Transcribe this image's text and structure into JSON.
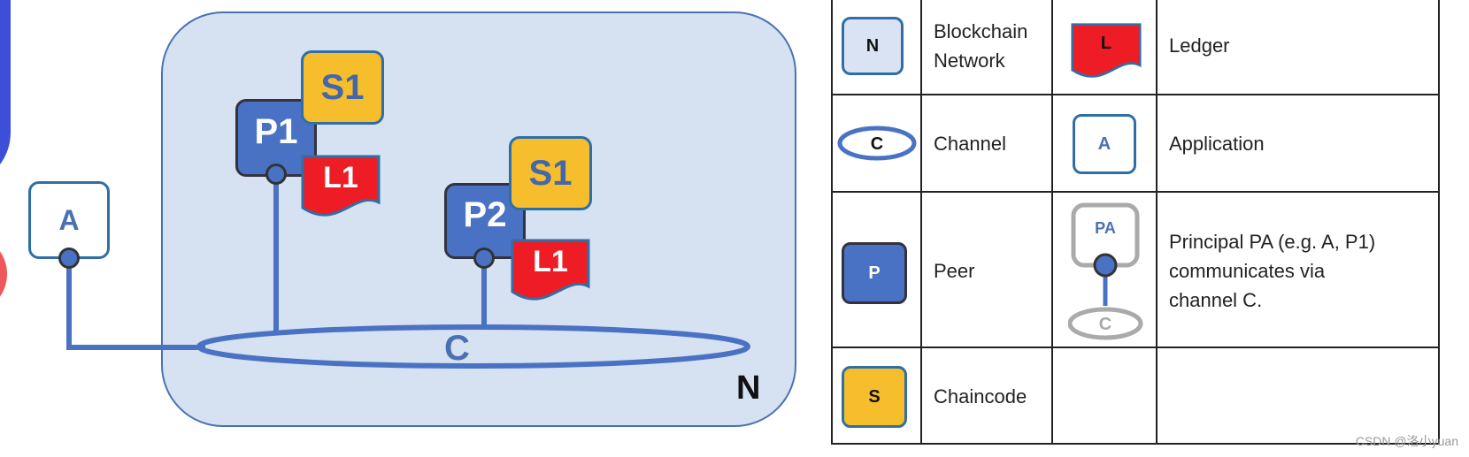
{
  "diagram": {
    "network_label": "N",
    "channel_label": "C",
    "application_label": "A",
    "peer1": {
      "label": "P1",
      "chaincode": "S1",
      "ledger": "L1"
    },
    "peer2": {
      "label": "P2",
      "chaincode": "S1",
      "ledger": "L1"
    }
  },
  "legend": {
    "rows": [
      {
        "symbol": "N",
        "text": [
          "Blockchain",
          "Network"
        ]
      },
      {
        "symbol": "L",
        "text": [
          "Ledger"
        ]
      },
      {
        "symbol": "C",
        "text": [
          "Channel"
        ]
      },
      {
        "symbol": "A",
        "text": [
          "Application"
        ]
      },
      {
        "symbol": "P",
        "text": [
          "Peer"
        ]
      },
      {
        "symbol": "PA",
        "sub": "C",
        "text": [
          "Principal PA (e.g. A, P1)",
          "communicates via",
          "channel C."
        ]
      },
      {
        "symbol": "S",
        "text": [
          "Chaincode"
        ]
      }
    ]
  },
  "colors": {
    "network_fill": "#d6e1f1",
    "line_blue": "#4a72c4",
    "peer_blue": "#4a72c4",
    "chaincode_yellow": "#f6bd2c",
    "ledger_red": "#ee1c25"
  },
  "watermark": "CSDN @洛小yuan"
}
